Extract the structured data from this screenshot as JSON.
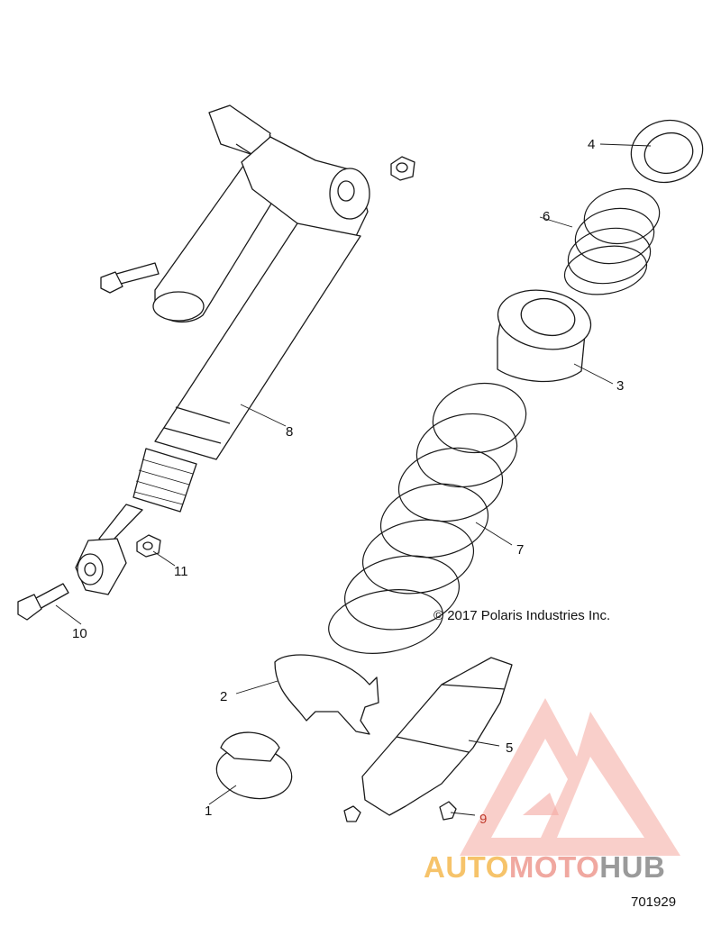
{
  "callouts": {
    "c1": "1",
    "c2": "2",
    "c3": "3",
    "c4": "4",
    "c5": "5",
    "c6": "6",
    "c7": "7",
    "c8": "8",
    "c9": "9",
    "c10": "10",
    "c11": "11"
  },
  "copyright": "© 2017 Polaris Industries Inc.",
  "diagram_number": "701929",
  "watermark": {
    "part1": "AUTO",
    "part2": "MOTO",
    "part3": "HUB",
    "colors": {
      "auto": "#f6c36a",
      "moto": "#f0a8a0",
      "hub": "#9a9a9a",
      "logo": "#f08a80"
    }
  }
}
